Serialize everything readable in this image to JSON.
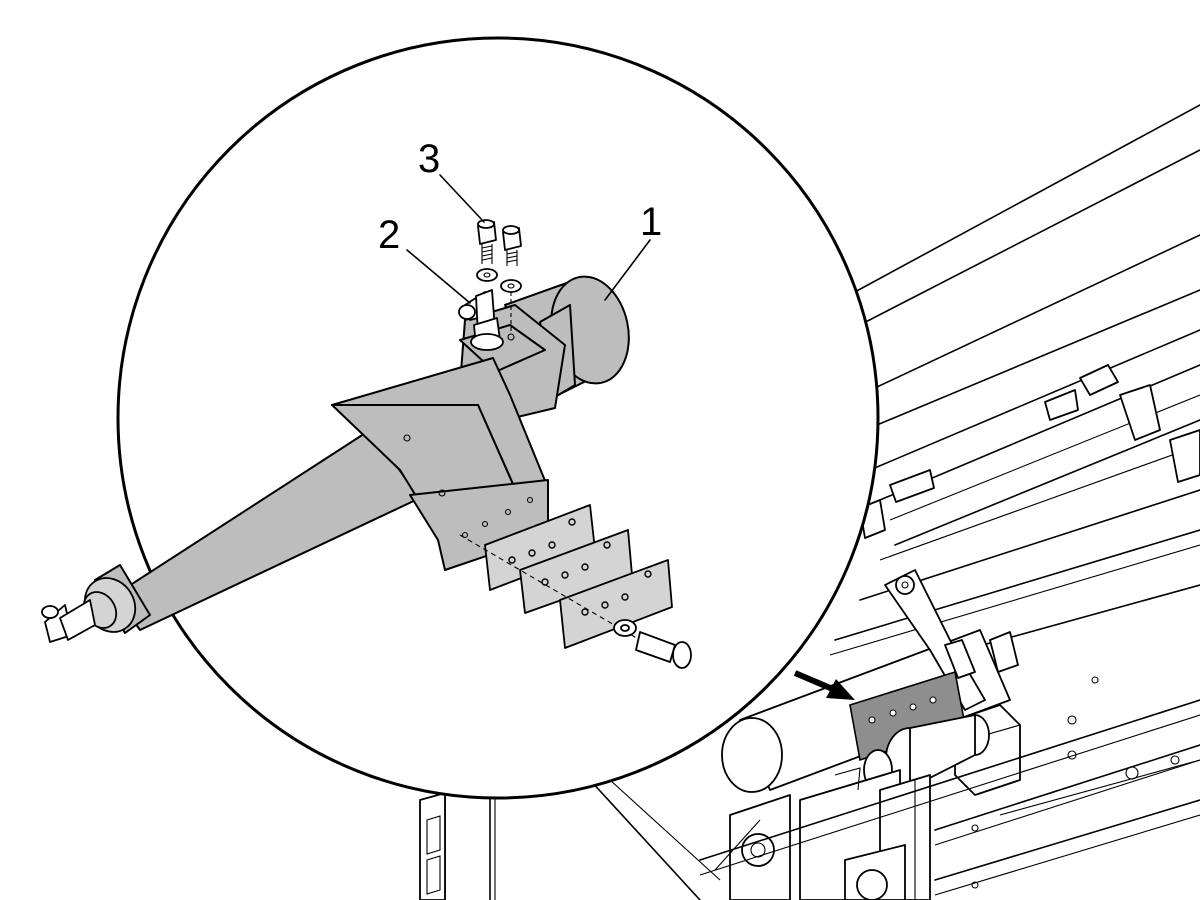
{
  "diagram": {
    "callouts": [
      {
        "id": "1",
        "label": "1"
      },
      {
        "id": "2",
        "label": "2"
      },
      {
        "id": "3",
        "label": "3"
      }
    ],
    "colors": {
      "line": "#000000",
      "part_fill": "#bdbdbd",
      "highlight_fill": "#8e8e8e",
      "background": "#ffffff"
    }
  }
}
